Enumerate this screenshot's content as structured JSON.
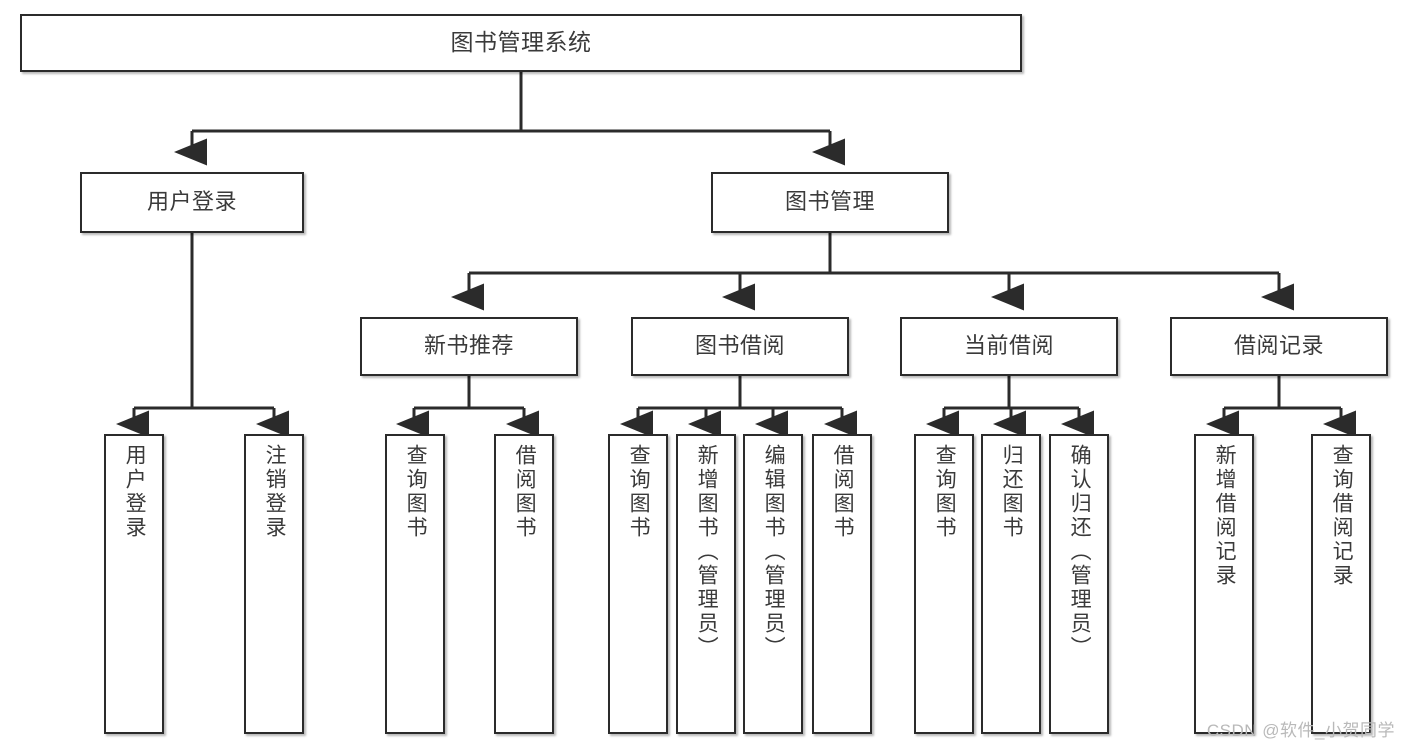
{
  "diagram": {
    "kind": "hierarchy-tree",
    "title": "图书管理系统",
    "watermark": "CSDN @软件_小贺同学",
    "colors": {
      "box_border": "#2b2b2b",
      "box_fill": "#ffffff",
      "text": "#3a3a3a",
      "connector": "#2b2b2b",
      "watermark": "#b9b9b9",
      "background": "#ffffff"
    },
    "nodes": {
      "root": {
        "label": "图书管理系统",
        "level": 0,
        "orientation": "horizontal"
      },
      "user_login": {
        "label": "用户登录",
        "level": 1,
        "orientation": "horizontal"
      },
      "book_manage": {
        "label": "图书管理",
        "level": 1,
        "orientation": "horizontal"
      },
      "new_book_rec": {
        "label": "新书推荐",
        "level": 2,
        "orientation": "horizontal"
      },
      "book_borrow": {
        "label": "图书借阅",
        "level": 2,
        "orientation": "horizontal"
      },
      "current_borrow": {
        "label": "当前借阅",
        "level": 2,
        "orientation": "horizontal"
      },
      "borrow_record": {
        "label": "借阅记录",
        "level": 2,
        "orientation": "horizontal"
      },
      "leaf_user_login": {
        "label": "用户登录",
        "level": 3,
        "orientation": "vertical"
      },
      "leaf_logout": {
        "label": "注销登录",
        "level": 3,
        "orientation": "vertical"
      },
      "leaf_query_book_a": {
        "label": "查询图书",
        "level": 3,
        "orientation": "vertical"
      },
      "leaf_borrow_book_a": {
        "label": "借阅图书",
        "level": 3,
        "orientation": "vertical"
      },
      "leaf_query_book_b": {
        "label": "查询图书",
        "level": 3,
        "orientation": "vertical"
      },
      "leaf_add_book": {
        "label": "新增图书（管理员）",
        "level": 3,
        "orientation": "vertical"
      },
      "leaf_edit_book": {
        "label": "编辑图书（管理员）",
        "level": 3,
        "orientation": "vertical"
      },
      "leaf_borrow_book_b": {
        "label": "借阅图书",
        "level": 3,
        "orientation": "vertical"
      },
      "leaf_query_book_c": {
        "label": "查询图书",
        "level": 3,
        "orientation": "vertical"
      },
      "leaf_return_book": {
        "label": "归还图书",
        "level": 3,
        "orientation": "vertical"
      },
      "leaf_confirm_return": {
        "label": "确认归还（管理员）",
        "level": 3,
        "orientation": "vertical"
      },
      "leaf_add_record": {
        "label": "新增借阅记录",
        "level": 3,
        "orientation": "vertical"
      },
      "leaf_query_record": {
        "label": "查询借阅记录",
        "level": 3,
        "orientation": "vertical"
      }
    },
    "edges": [
      {
        "from": "root",
        "to": "user_login"
      },
      {
        "from": "root",
        "to": "book_manage"
      },
      {
        "from": "book_manage",
        "to": "new_book_rec"
      },
      {
        "from": "book_manage",
        "to": "book_borrow"
      },
      {
        "from": "book_manage",
        "to": "current_borrow"
      },
      {
        "from": "book_manage",
        "to": "borrow_record"
      },
      {
        "from": "user_login",
        "to": "leaf_user_login"
      },
      {
        "from": "user_login",
        "to": "leaf_logout"
      },
      {
        "from": "new_book_rec",
        "to": "leaf_query_book_a"
      },
      {
        "from": "new_book_rec",
        "to": "leaf_borrow_book_a"
      },
      {
        "from": "book_borrow",
        "to": "leaf_query_book_b"
      },
      {
        "from": "book_borrow",
        "to": "leaf_add_book"
      },
      {
        "from": "book_borrow",
        "to": "leaf_edit_book"
      },
      {
        "from": "book_borrow",
        "to": "leaf_borrow_book_b"
      },
      {
        "from": "current_borrow",
        "to": "leaf_query_book_c"
      },
      {
        "from": "current_borrow",
        "to": "leaf_return_book"
      },
      {
        "from": "current_borrow",
        "to": "leaf_confirm_return"
      },
      {
        "from": "borrow_record",
        "to": "leaf_add_record"
      },
      {
        "from": "borrow_record",
        "to": "leaf_query_record"
      }
    ]
  }
}
